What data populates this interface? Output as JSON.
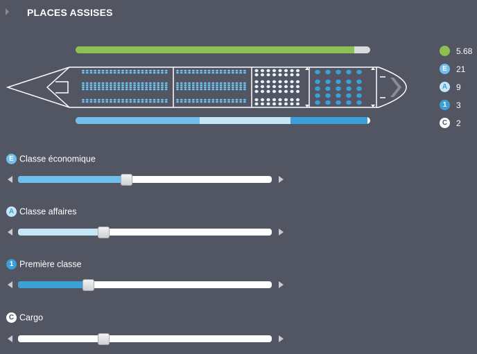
{
  "header": {
    "title": "PLACES ASSISES"
  },
  "colors": {
    "background": "#525662",
    "green": "#8cc152",
    "economy": "#6fc0ec",
    "business": "#c6e6f8",
    "first": "#3b9fd8"
  },
  "capacity_bar": {
    "fill_fraction": 0.946
  },
  "distribution_bar": {
    "economy_fraction": 0.42,
    "business_fraction": 0.31,
    "first_fraction": 0.26
  },
  "legend": [
    {
      "icon": "green-dot-icon",
      "letter": "",
      "value": "5.68"
    },
    {
      "icon": "economy-class-icon",
      "letter": "E",
      "value": "21"
    },
    {
      "icon": "business-class-icon",
      "letter": "A",
      "value": "9"
    },
    {
      "icon": "first-class-icon",
      "letter": "1",
      "value": "3"
    },
    {
      "icon": "cargo-icon",
      "letter": "C",
      "value": "2"
    }
  ],
  "sliders": [
    {
      "key": "economy",
      "badge": "E",
      "label": "Classe économique",
      "fraction": 0.425
    },
    {
      "key": "business",
      "badge": "A",
      "label": "Classe affaires",
      "fraction": 0.335
    },
    {
      "key": "first",
      "badge": "1",
      "label": "Première classe",
      "fraction": 0.275
    },
    {
      "key": "cargo",
      "badge": "C",
      "label": "Cargo",
      "fraction": 0.335
    }
  ]
}
